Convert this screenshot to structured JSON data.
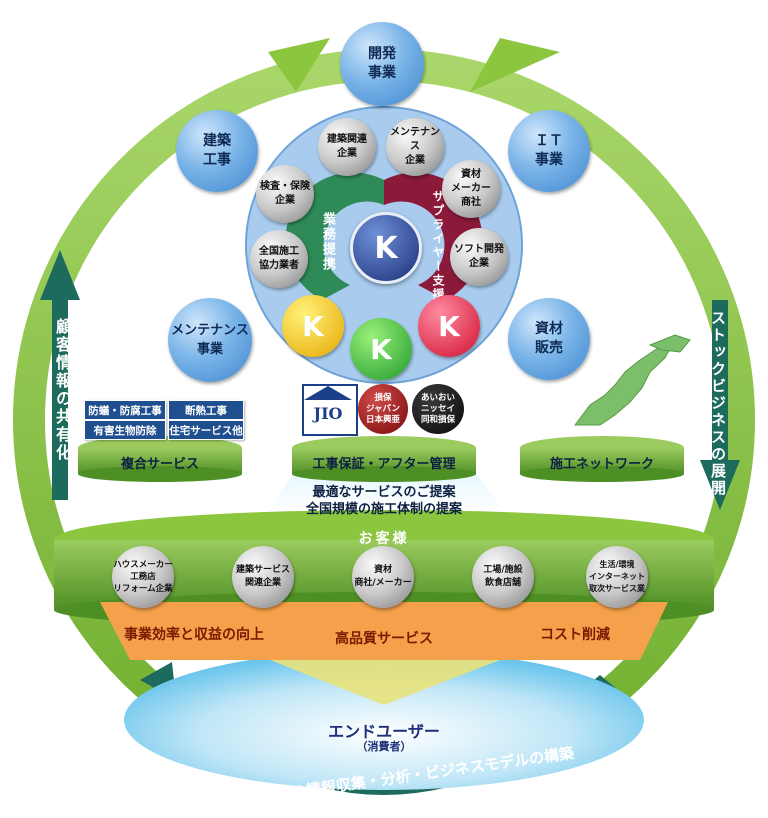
{
  "center": {
    "left_arc_label": "業務提携",
    "right_arc_label": "サプライヤー支援",
    "logo_letter": "K"
  },
  "outer_bubbles": {
    "top": "開発\n事業",
    "top_left": "建築\n工事",
    "top_right": "ＩＴ\n事業",
    "bottom_left": "メンテナンス\n事業",
    "bottom_right": "資材\n販売"
  },
  "inner_bubbles": [
    "建築関連\n企業",
    "メンテナンス\n企業",
    "資材\nメーカー\n商社",
    "ソフト開発\n企業",
    "全国施工\n協力業者",
    "検査・保険\n企業"
  ],
  "platforms": {
    "left": {
      "label": "複合サービス",
      "tags": [
        "防蟻・防腐工事",
        "断熱工事",
        "有害生物防除",
        "住宅サービス他"
      ]
    },
    "center": {
      "label": "工事保証・アフター管理",
      "logos": {
        "jio": "JIO",
        "red_badge": "損保\nジャパン\n日本興亜",
        "dark_badge": "あいおい\nニッセイ\n同和損保"
      }
    },
    "right": {
      "label": "施工ネットワーク"
    }
  },
  "proposals": [
    "最適なサービスのご提案",
    "全国規模の施工体制の提案"
  ],
  "customers": {
    "title": "お客様",
    "items": [
      "ハウスメーカー\n工務店\nリフォーム企業",
      "建築サービス\n関連企業",
      "資材\n商社/メーカー",
      "工場/施設\n飲食店舗",
      "生活/環境\nインターネット\n取次サービス業"
    ]
  },
  "benefits": [
    "事業効率と収益の向上",
    "高品質サービス",
    "コスト削減"
  ],
  "end_user": {
    "label": "エンドユーザー",
    "sub": "（消費者）"
  },
  "ring": {
    "left": "顧客情報の共有化",
    "right": "ストックビジネスの展開",
    "bottom": "ビックデータの情報収集・分析・ビジネスモデルの構築"
  },
  "colors": {
    "ring_green": "#8cc63f",
    "ring_dark": "#1d6b5c",
    "platform_green": "#6aa93a",
    "band_orange": "#f5a04a",
    "bubble_blue": "#5b9fdc",
    "arc_green": "#2e8b57",
    "arc_red": "#8b1a3a"
  }
}
